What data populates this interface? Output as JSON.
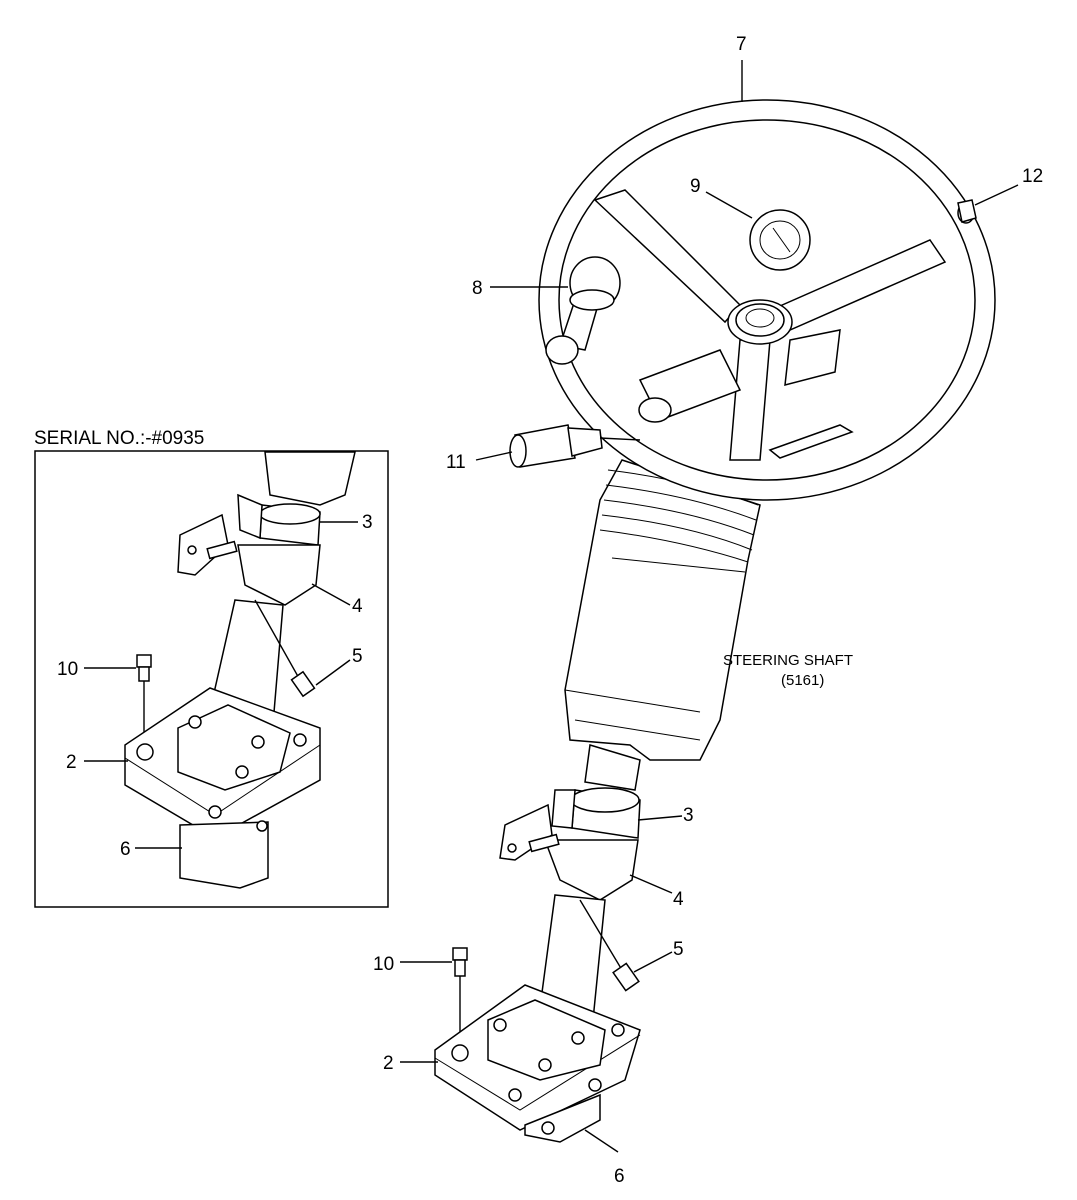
{
  "inset": {
    "title": "SERIAL NO.:-#0935",
    "labels": {
      "p2": "2",
      "p3": "3",
      "p4": "4",
      "p5": "5",
      "p6": "6",
      "p10": "10"
    }
  },
  "main": {
    "labels": {
      "p2": "2",
      "p3": "3",
      "p4": "4",
      "p5": "5",
      "p6": "6",
      "p7": "7",
      "p8": "8",
      "p9": "9",
      "p10": "10",
      "p11": "11",
      "p12": "12"
    },
    "caption_line1": "STEERING SHAFT",
    "caption_line2": "(5161)"
  }
}
